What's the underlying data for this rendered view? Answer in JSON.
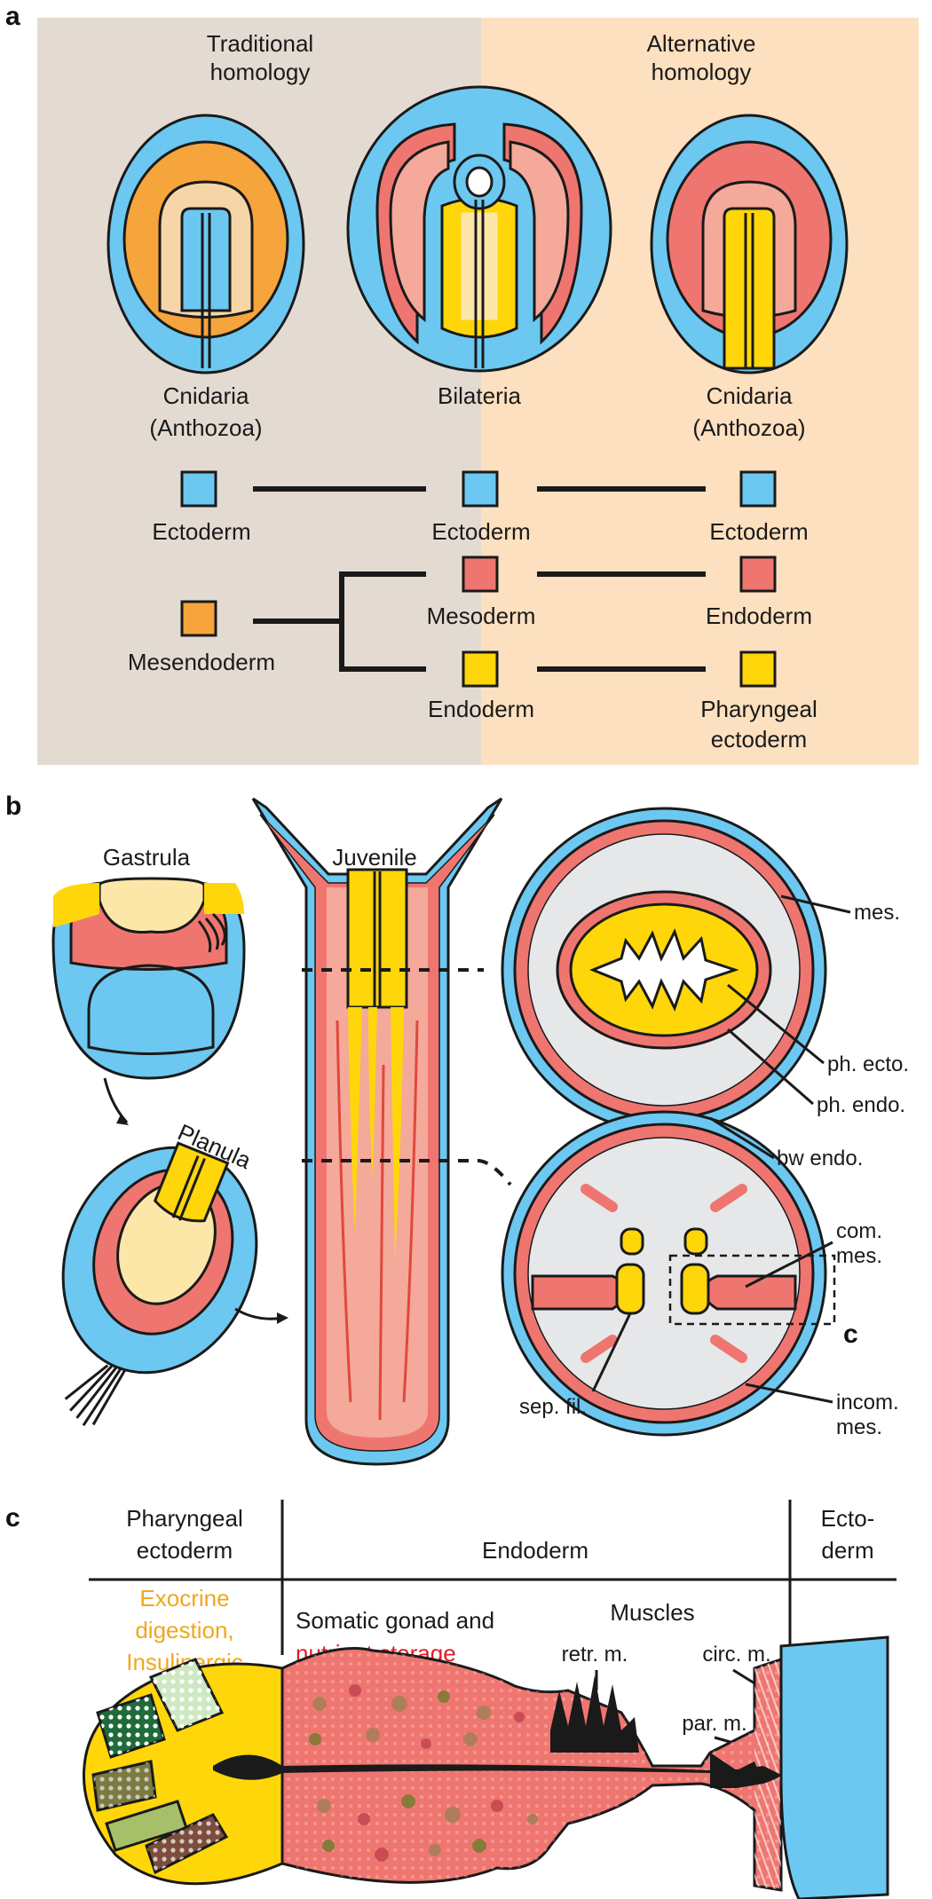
{
  "colors": {
    "ectoderm": "#6cc8f0",
    "mesendoderm": "#f6a43c",
    "mesoderm": "#ef7670",
    "endoderm_yellow": "#ffd60a",
    "light_pink": "#f4a99a",
    "pale_yellow": "#fde7a8",
    "panel_a_left_bg": "#e3dbd2",
    "panel_a_right_bg": "#fde0bf",
    "grey_cavity": "#e6e7e9",
    "red_text": "#e21c2a",
    "gold_text": "#f2a71b"
  },
  "panel_a": {
    "letter": "a",
    "left_title": "Traditional\nhomology",
    "right_title": "Alternative\nhomology",
    "left_organism": "Cnidaria\n(Anthozoa)",
    "center_organism": "Bilateria",
    "right_organism": "Cnidaria\n(Anthozoa)",
    "legend": {
      "left_ectoderm": "Ectoderm",
      "left_mesendoderm": "Mesendoderm",
      "center_ectoderm": "Ectoderm",
      "center_mesoderm": "Mesoderm",
      "center_endoderm": "Endoderm",
      "right_ectoderm": "Ectoderm",
      "right_endoderm": "Endoderm",
      "right_pharyngeal": "Pharyngeal\nectoderm"
    }
  },
  "panel_b": {
    "letter": "b",
    "gastrula": "Gastrula",
    "planula": "Planula",
    "juvenile": "Juvenile",
    "labels": {
      "mes": "mes.",
      "ph_ecto": "ph. ecto.",
      "ph_endo": "ph. endo.",
      "bw_endo": "bw endo.",
      "com_mes": "com.\nmes.",
      "sep_fil": "sep. fil.",
      "incom_mes": "incom.\nmes.",
      "c_ref": "c"
    }
  },
  "panel_c": {
    "letter": "c",
    "header_pharyngeal": "Pharyngeal\nectoderm",
    "header_endoderm": "Endoderm",
    "header_ectoderm": "Ecto-\nderm",
    "exocrine": "Exocrine\ndigestion,\nInsulinergic",
    "somatic_gonad": "Somatic gonad and",
    "nutrient_storage": "nutrient storage",
    "muscles": "Muscles",
    "retr_m": "retr. m.",
    "circ_m": "circ. m.",
    "par_m": "par. m."
  }
}
